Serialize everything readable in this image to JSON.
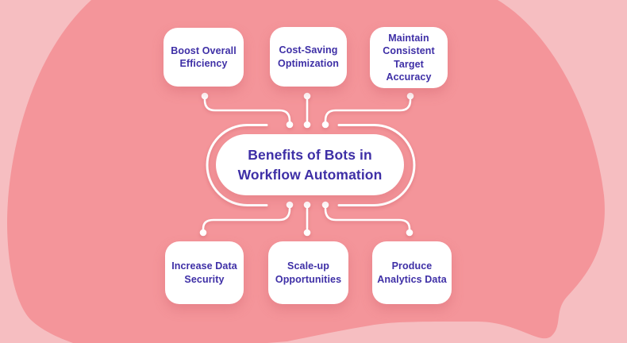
{
  "diagram": {
    "center": {
      "title": "Benefits of Bots in\nWorkflow Automation"
    },
    "top_benefits": [
      {
        "label": "Boost Overall\nEfficiency"
      },
      {
        "label": "Cost-Saving\nOptimization"
      },
      {
        "label": "Maintain\nConsistent\nTarget Accuracy"
      }
    ],
    "bottom_benefits": [
      {
        "label": "Increase Data\nSecurity"
      },
      {
        "label": "Scale-up\nOpportunities"
      },
      {
        "label": "Produce\nAnalytics Data"
      }
    ]
  },
  "colors": {
    "background_light": "#f6bec1",
    "background_dark": "#f4959a",
    "card_background": "#ffffff",
    "text_indigo": "#3e2fa6",
    "connector_white": "#ffffff"
  }
}
